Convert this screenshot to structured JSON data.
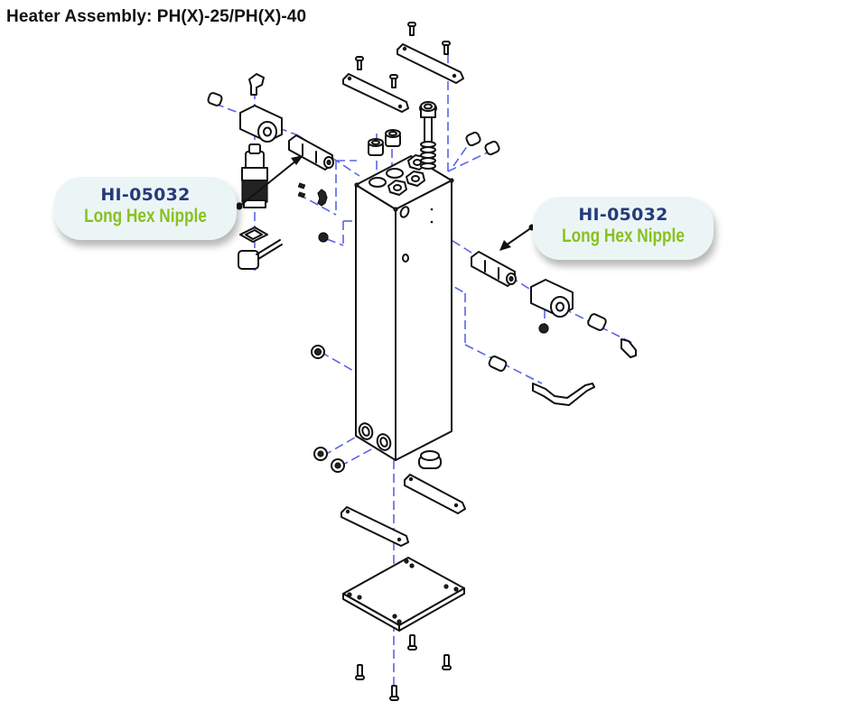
{
  "title": "Heater Assembly: PH(X)-25/PH(X)-40",
  "callouts": [
    {
      "part_number": "HI-05032",
      "description": "Long Hex Nipple"
    },
    {
      "part_number": "HI-05032",
      "description": "Long Hex Nipple"
    }
  ],
  "colors": {
    "part_number": "#253a7a",
    "description": "#86c21e",
    "callout_bg": "#ecf5f6",
    "center_line": "#5b63e6",
    "line": "#111111"
  },
  "icons": {
    "leader_arrow": "arrow-with-dot"
  }
}
